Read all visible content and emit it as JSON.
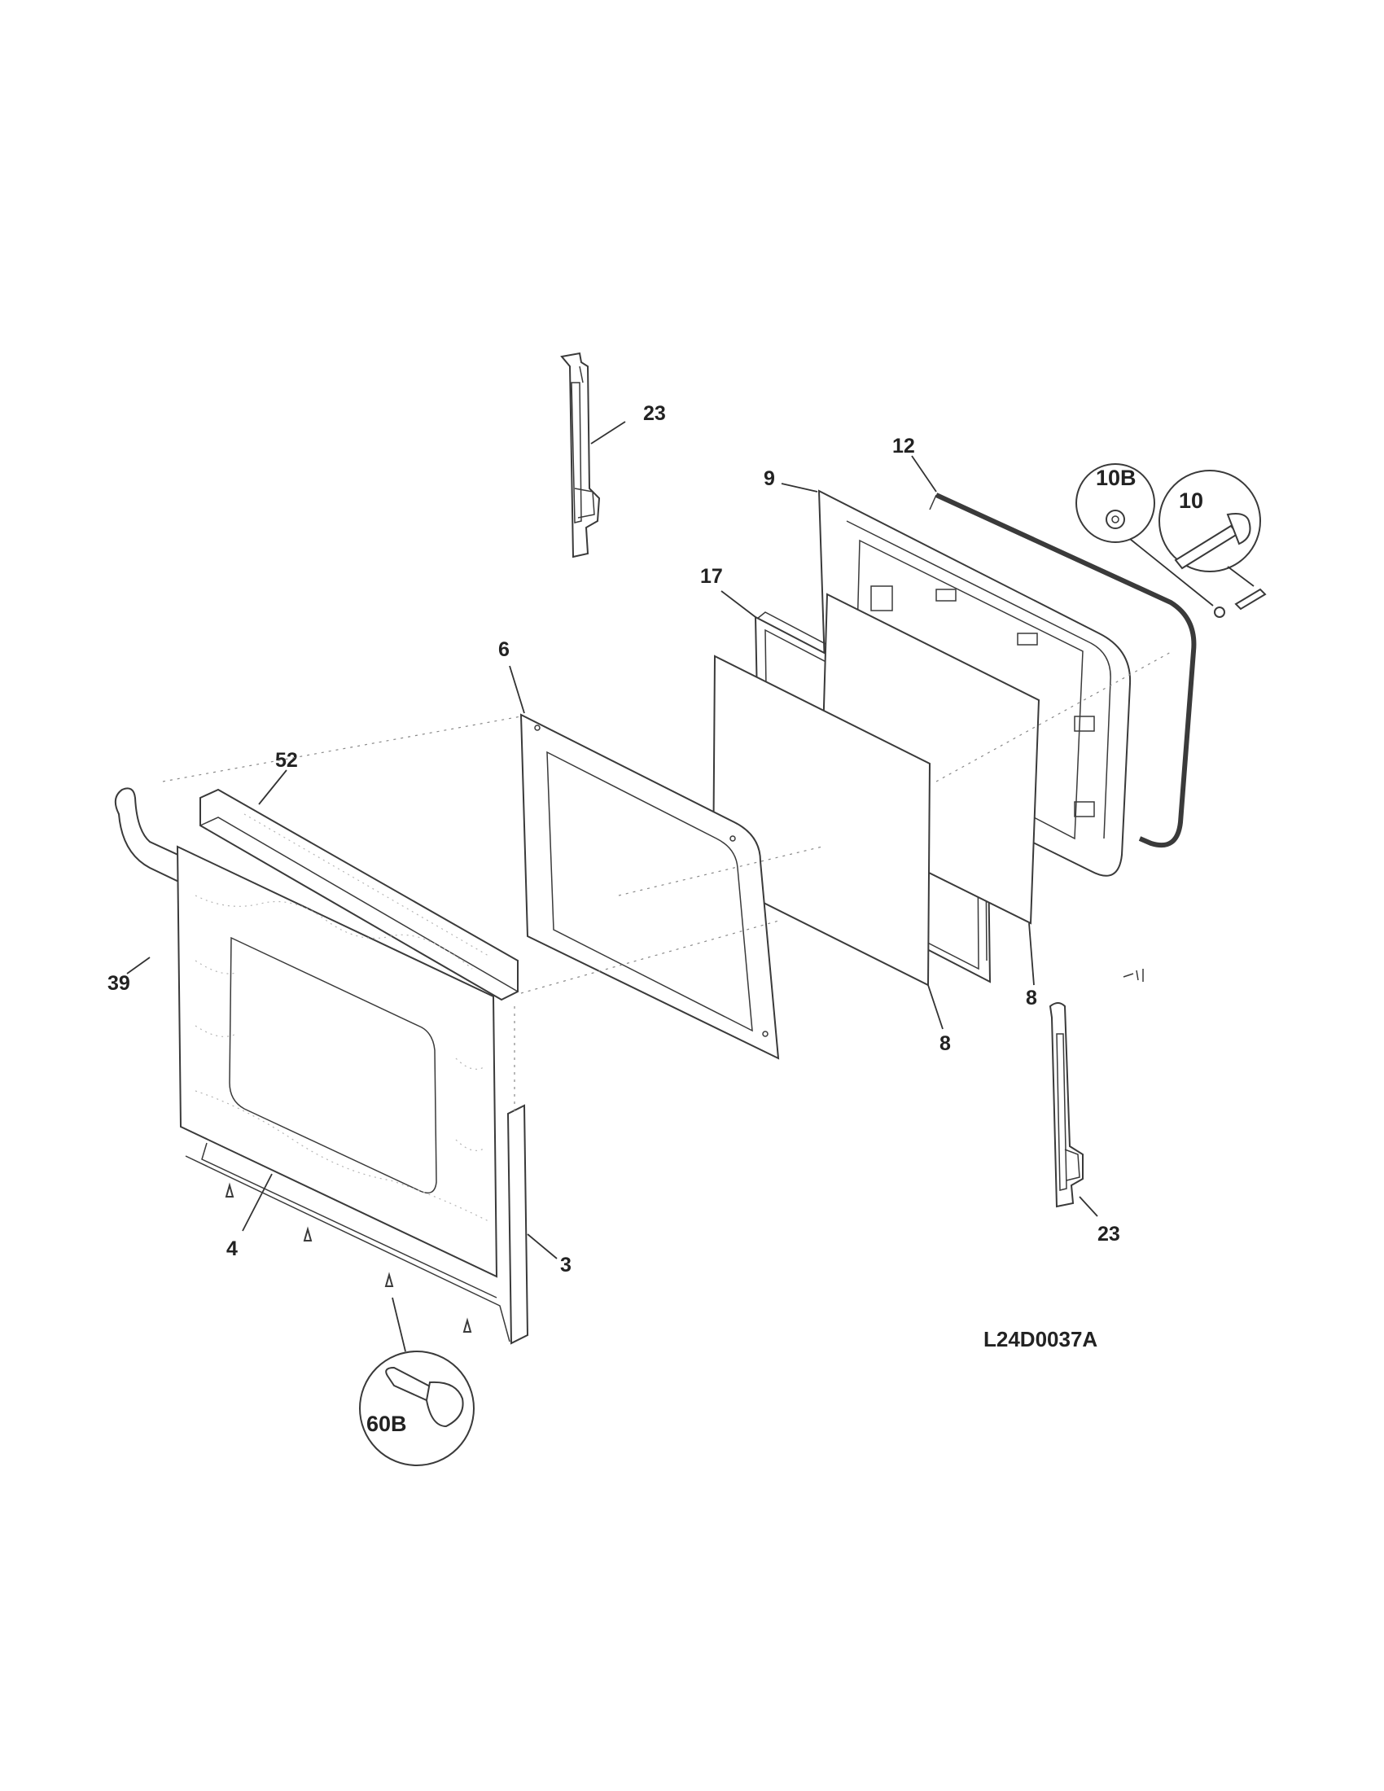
{
  "callouts": {
    "hinge_top": "23",
    "hinge_bottom": "23",
    "gasket": "12",
    "inner_door": "9",
    "washer": "10B",
    "screw_hinge": "10",
    "glass_pack": "17",
    "inner_frame": "6",
    "glass_inner": "8",
    "glass_outer": "8",
    "vent_trim": "52",
    "handle": "39",
    "outer_panel": "4",
    "side_trim": "3",
    "screw_trim": "60B"
  },
  "drawing_id": "L24D0037A"
}
